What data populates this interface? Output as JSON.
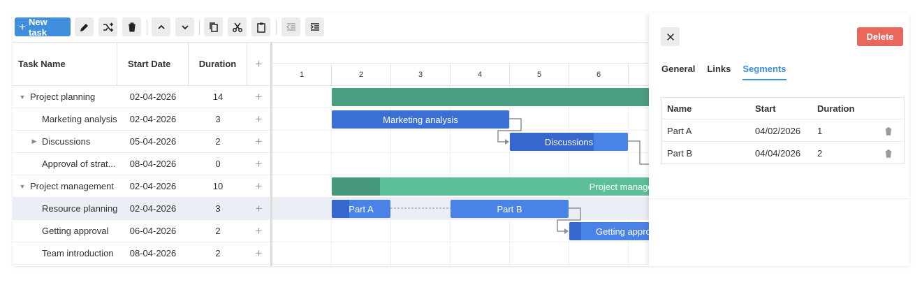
{
  "toolbar": {
    "new_task_label": "New task",
    "buttons": [
      "pencil-icon",
      "split-icon",
      "trash-icon",
      "chevron-up-icon",
      "chevron-down-icon",
      "copy-icon",
      "scissors-icon",
      "clipboard-icon",
      "outdent-icon",
      "indent-icon"
    ]
  },
  "grid": {
    "columns": {
      "name": "Task Name",
      "start": "Start Date",
      "duration": "Duration",
      "add": "+"
    },
    "rows": [
      {
        "name": "Project planning",
        "start": "02-04-2026",
        "duration": "14",
        "toggle": "open"
      },
      {
        "name": "Marketing analysis",
        "start": "02-04-2026",
        "duration": "3",
        "toggle": "none"
      },
      {
        "name": "Discussions",
        "start": "05-04-2026",
        "duration": "2",
        "toggle": "closed"
      },
      {
        "name": "Approval of strat...",
        "start": "08-04-2026",
        "duration": "0",
        "toggle": "none"
      },
      {
        "name": "Project management",
        "start": "02-04-2026",
        "duration": "10",
        "toggle": "open"
      },
      {
        "name": "Resource planning",
        "start": "02-04-2026",
        "duration": "3",
        "toggle": "none",
        "selected": true
      },
      {
        "name": "Getting approval",
        "start": "06-04-2026",
        "duration": "2",
        "toggle": "none"
      },
      {
        "name": "Team introduction",
        "start": "08-04-2026",
        "duration": "2",
        "toggle": "none"
      }
    ]
  },
  "timeline": {
    "days": [
      "1",
      "2",
      "3",
      "4",
      "5",
      "6"
    ],
    "bars": {
      "project_planning": "",
      "marketing_analysis": "Marketing analysis",
      "discussions": "Discussions",
      "project_management": "Project manager",
      "part_a": "Part A",
      "part_b": "Part B",
      "getting_approval": "Getting appro"
    }
  },
  "panel": {
    "delete_label": "Delete",
    "tabs": [
      "General",
      "Links",
      "Segments"
    ],
    "active_tab": "Segments",
    "segments": {
      "columns": {
        "name": "Name",
        "start": "Start",
        "duration": "Duration"
      },
      "rows": [
        {
          "name": "Part A",
          "start": "04/02/2026",
          "duration": "1"
        },
        {
          "name": "Part B",
          "start": "04/04/2026",
          "duration": "2"
        }
      ]
    }
  },
  "colors": {
    "accent": "#3f8fde",
    "delete": "#e9675d",
    "project_bar": "#4a9e81",
    "task_bar": "#3a6fd6"
  }
}
